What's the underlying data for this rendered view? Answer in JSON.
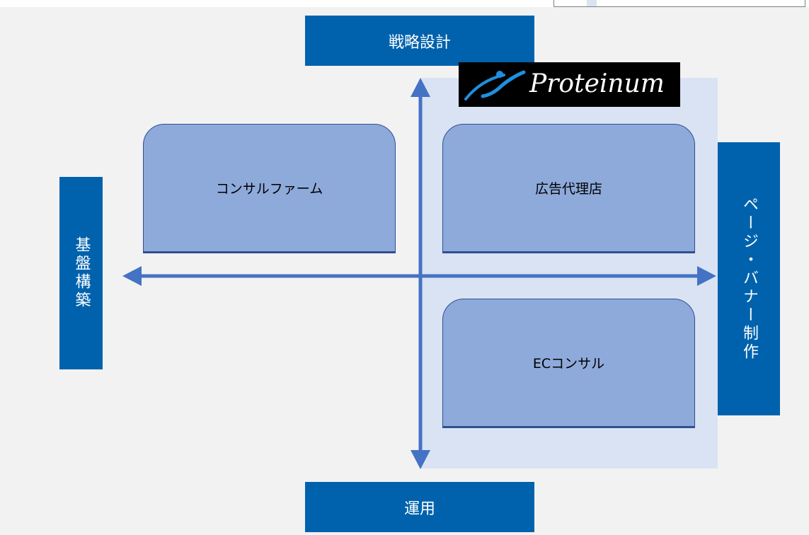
{
  "axes": {
    "top": "戦略設計",
    "bottom": "運用",
    "left": "基盤構築",
    "right": "ページ・バナー制作"
  },
  "categories": [
    {
      "key": "consul",
      "label": "コンサルファーム"
    },
    {
      "key": "agency",
      "label": "広告代理店"
    },
    {
      "key": "ec",
      "label": "ECコンサル"
    }
  ],
  "logo": {
    "text": "Proteinum",
    "icon": "proteinum-swoosh-icon"
  },
  "colors": {
    "axis_label_bg": "#0062ad",
    "arrow": "#4472c4",
    "category_fill": "#8eaadb",
    "highlight": "#dae3f3",
    "background": "#f2f2f2"
  }
}
